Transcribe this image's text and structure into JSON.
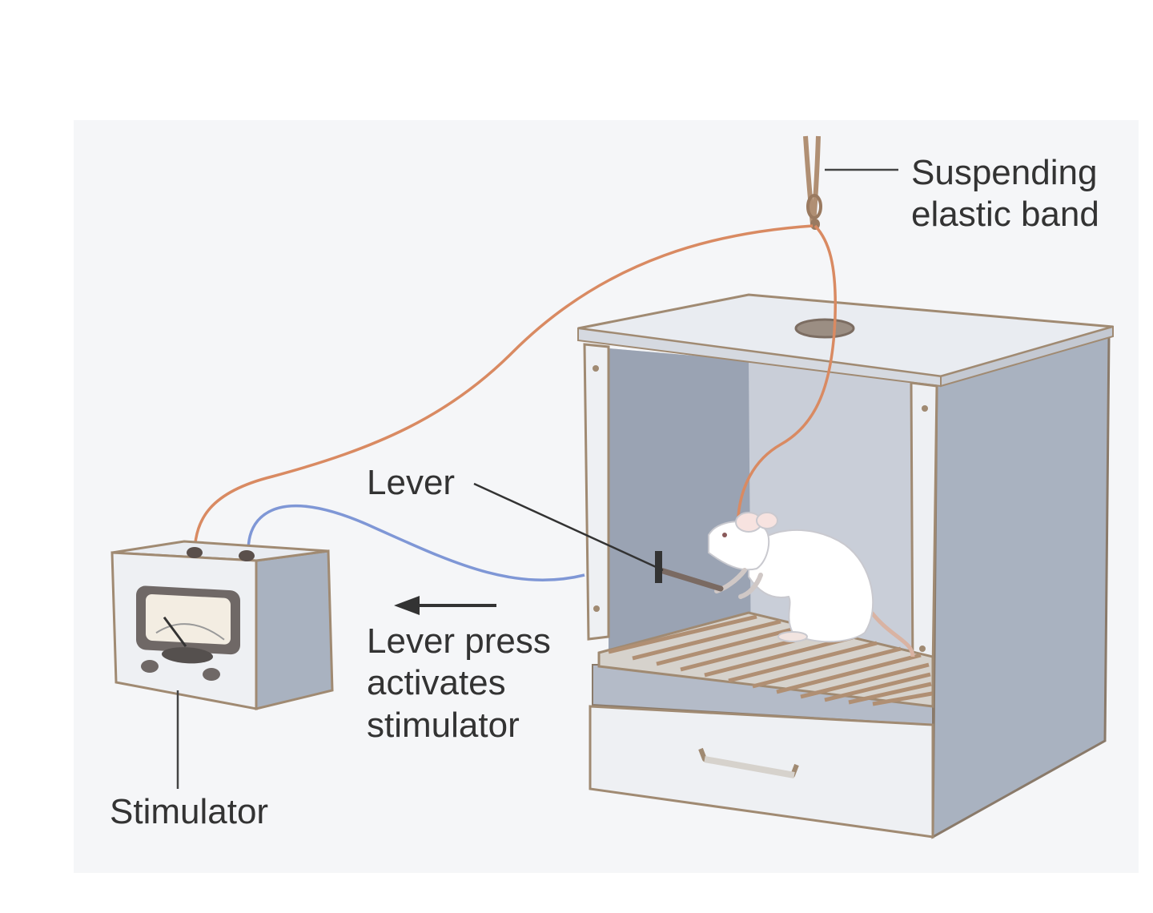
{
  "labels": {
    "suspending_line1": "Suspending",
    "suspending_line2": "elastic band",
    "lever": "Lever",
    "lever_press_line1": "Lever press",
    "lever_press_line2": "activates",
    "lever_press_line3": "stimulator",
    "stimulator": "Stimulator"
  },
  "colors": {
    "background_panel": "#f5f6f8",
    "box_side": "#a9b2c0",
    "box_interior": "#9aa3b3",
    "box_top": "#e9ecf1",
    "frame": "#b08f73",
    "orange_wire": "#d98a62",
    "blue_wire": "#7f97d6",
    "rat": "#ffffff",
    "text": "#333333"
  }
}
